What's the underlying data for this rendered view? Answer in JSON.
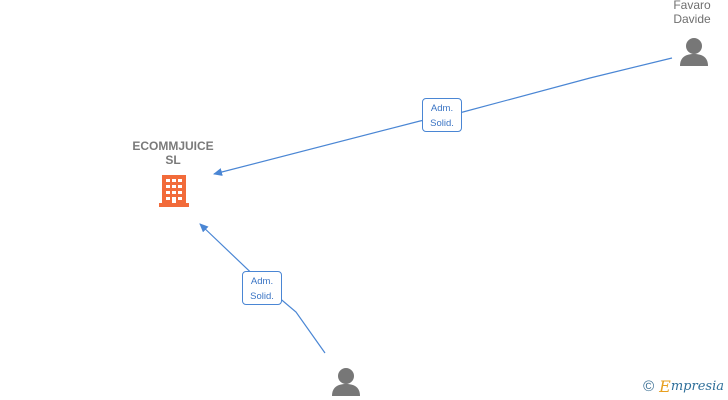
{
  "nodes": {
    "company": {
      "label_line1": "ECOMMJUICE",
      "label_line2": "SL",
      "icon": "building-icon",
      "color": "#f26b3a"
    },
    "person_top": {
      "label_line1": "Favaro",
      "label_line2": "Davide",
      "icon": "person-icon"
    },
    "person_bottom": {
      "icon": "person-icon"
    }
  },
  "edges": [
    {
      "from": "person_top",
      "to": "company",
      "label_line1": "Adm.",
      "label_line2": "Solid."
    },
    {
      "from": "person_bottom",
      "to": "company",
      "label_line1": "Adm.",
      "label_line2": "Solid."
    }
  ],
  "colors": {
    "edge": "#4a86d4",
    "person": "#777777"
  },
  "logo": {
    "copyright": "©",
    "brand_first": "E",
    "brand_rest": "mpresia"
  }
}
